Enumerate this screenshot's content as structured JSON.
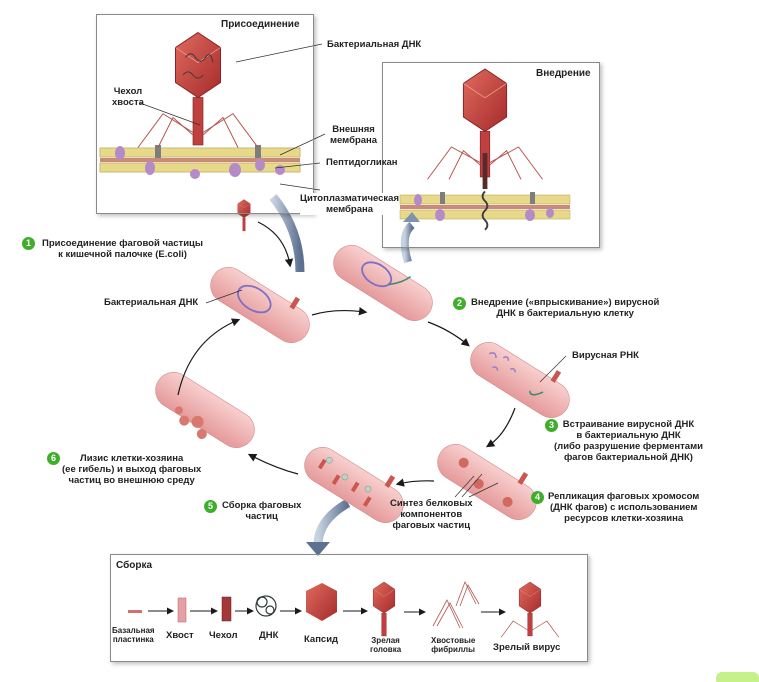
{
  "colors": {
    "badge": "#3fae2a",
    "capsid": "#c8423f",
    "bacterium": "#f0b4b4",
    "bacterial_dna": "#7b6fc8",
    "viral_rna": "#3a8a6a",
    "membrane_lipid": "#e8d98a",
    "membrane_protein": "#b58bc7",
    "arrow_big": "#7f93ad",
    "corner_tab": "#c6f08a"
  },
  "inset_attachment": {
    "title": "Присоединение",
    "labels": {
      "bacterial_dna": "Бактериальная ДНК",
      "tail_sheath": "Чехол\nхвоста",
      "tail_sheath_line1": "Чехол",
      "tail_sheath_line2": "хвоста",
      "outer_membrane_line1": "Внешняя",
      "outer_membrane_line2": "мембрана",
      "peptidoglycan": "Пептидогликан",
      "cytoplasmic_membrane_line1": "Цитоплазматическая",
      "cytoplasmic_membrane_line2": "мембрана"
    }
  },
  "inset_injection": {
    "title": "Внедрение"
  },
  "cycle": {
    "steps": [
      {
        "num": "1",
        "line1": "Присоединение фаговой частицы",
        "line2": "к кишечной палочке (E.coli)"
      },
      {
        "num": "2",
        "line1": "Внедрение («впрыскивание») вирусной",
        "line2": "ДНК в бактериальную клетку"
      },
      {
        "num": "3",
        "line1": "Встраивание вирусной ДНК",
        "line2": "в бактериальную ДНК",
        "line3": "(либо разрушение ферментами",
        "line4": "фагов бактериальной ДНК)"
      },
      {
        "num": "4",
        "line1": "Репликация фаговых хромосом",
        "line2": "(ДНК фагов) с использованием",
        "line3": "ресурсов клетки-хозяина"
      },
      {
        "num": "5",
        "line1": "Сборка фаговых",
        "line2": "частиц"
      },
      {
        "num": "6",
        "line1": "Лизис клетки-хозяина",
        "line2": "(ее гибель) и выход фаговых",
        "line3": "частиц во внешнюю среду"
      }
    ],
    "labels": {
      "bacterial_dna": "Бактериальная ДНК",
      "viral_rna": "Вирусная РНК",
      "protein_synthesis_line1": "Синтез белковых",
      "protein_synthesis_line2": "компонентов",
      "protein_synthesis_line3": "фаговых частиц"
    }
  },
  "assembly": {
    "title": "Сборка",
    "items": [
      {
        "line1": "Базальная",
        "line2": "пластинка"
      },
      {
        "line1": "Хвост"
      },
      {
        "line1": "Чехол"
      },
      {
        "line1": "ДНК"
      },
      {
        "line1": "Капсид"
      },
      {
        "line1": "Зрелая",
        "line2": "головка"
      },
      {
        "line1": "Хвостовые",
        "line2": "фибриллы"
      },
      {
        "line1": "Зрелый вирус"
      }
    ]
  }
}
